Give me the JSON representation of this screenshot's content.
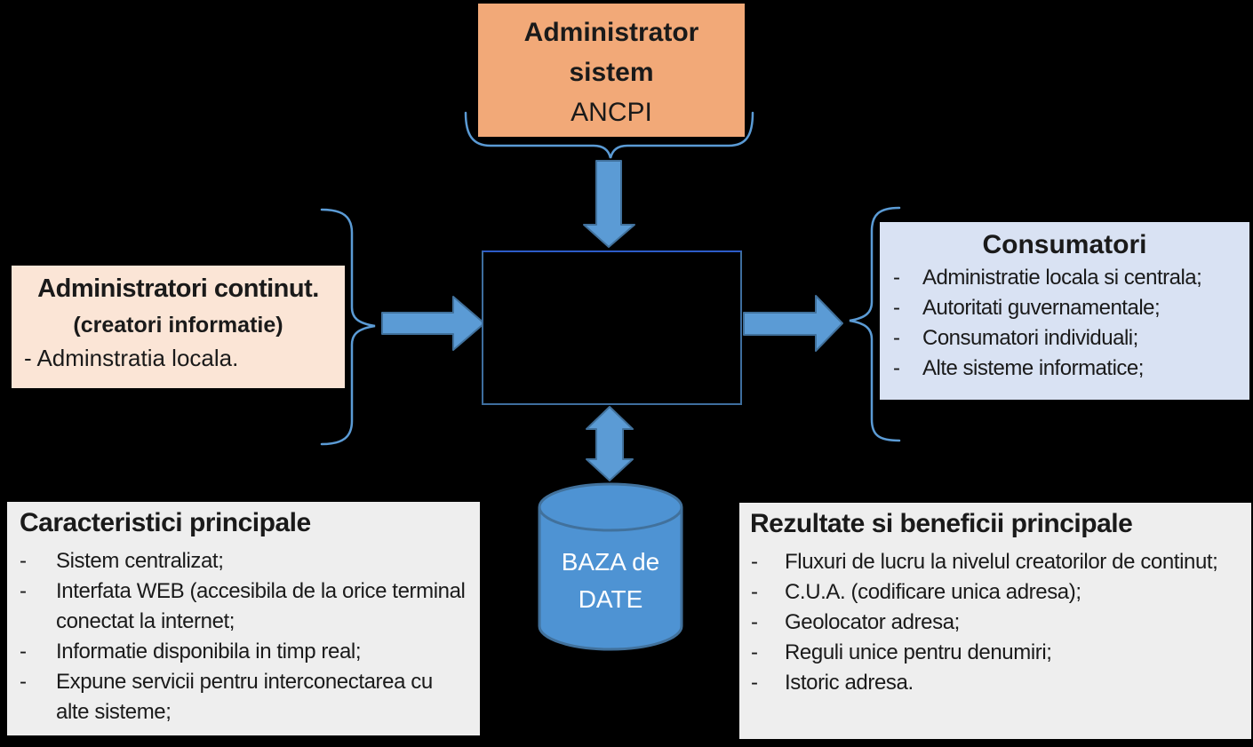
{
  "colors": {
    "background": "#000000",
    "admin_box_bg": "#F2A978",
    "creators_box_bg": "#FBE5D6",
    "consumers_box_bg": "#D9E2F3",
    "info_box_bg": "#EEEEEE",
    "arrow_fill": "#5B9BD5",
    "arrow_stroke": "#41719C",
    "brace_stroke": "#5B9BD5",
    "center_box_border": "#3E6E9E",
    "center_box_border_top": "#2D5BC8",
    "db_fill": "#4E93D3",
    "db_stroke": "#41719C",
    "db_text": "#FFFFFF",
    "text_dark": "#1A1A1A"
  },
  "ui": {
    "bullet": "-"
  },
  "admin_box": {
    "line1": "Administrator",
    "line2": "sistem",
    "line3": "ANCPI"
  },
  "creators_box": {
    "title": "Administratori continut.",
    "subtitle": "(creatori informatie)",
    "item": "- Adminstratia locala."
  },
  "consumers_box": {
    "title": "Consumatori",
    "items": [
      "Administratie locala si centrala;",
      "Autoritati guvernamentale;",
      "Consumatori individuali;",
      "Alte sisteme informatice;"
    ]
  },
  "database": {
    "line1": "BAZA de",
    "line2": "DATE"
  },
  "features_box": {
    "title": "Caracteristici principale",
    "items": [
      "Sistem centralizat;",
      "Interfata WEB (accesibila de la orice terminal conectat la internet;",
      "Informatie disponibila in timp real;",
      "Expune servicii pentru interconectarea cu alte sisteme;"
    ]
  },
  "results_box": {
    "title": "Rezultate si beneficii principale",
    "items": [
      "Fluxuri de lucru la nivelul creatorilor de continut;",
      "C.U.A. (codificare unica adresa);",
      "Geolocator adresa;",
      "Reguli unice pentru denumiri;",
      "Istoric adresa."
    ]
  }
}
